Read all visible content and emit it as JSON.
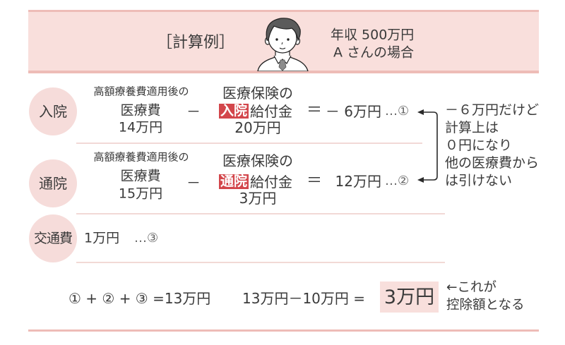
{
  "header": {
    "title": "［計算例］",
    "avatar_icon": "man-avatar-icon",
    "person_line1": "年収 500万円",
    "person_line2": "A さんの場合"
  },
  "rows": [
    {
      "label": "入院",
      "cost_caption": "高額療養費適用後の",
      "cost_name": "医療費",
      "cost_amount": "14万円",
      "operator": "－",
      "benefit_line1": "医療保険の",
      "benefit_badge": "入院",
      "benefit_line2": "給付金",
      "benefit_amount": "20万円",
      "equals": "＝",
      "result": "－ 6万円",
      "ref": "…①"
    },
    {
      "label": "通院",
      "cost_caption": "高額療養費適用後の",
      "cost_name": "医療費",
      "cost_amount": "15万円",
      "operator": "－",
      "benefit_line1": "医療保険の",
      "benefit_badge": "通院",
      "benefit_line2": "給付金",
      "benefit_amount": "3万円",
      "equals": "＝",
      "result": "12万円",
      "ref": "…②"
    }
  ],
  "transport": {
    "label": "交通費",
    "amount": "1万円",
    "ref": "…③"
  },
  "note": {
    "arrow_icon": "bracket-arrow-icon",
    "lines": [
      "－６万円だけど",
      "計算上は",
      "０円になり",
      "他の医療費から",
      "は引けない"
    ]
  },
  "summary": {
    "sum_formula": "① + ② + ③ =13万円",
    "deduction_formula": "13万円－10万円 =",
    "result": "3万円",
    "result_note_line1": "←これが",
    "result_note_line2": "控除額となる"
  },
  "colors": {
    "header-bg": "#f9dfdc",
    "header-border": "#eebcb7",
    "circle-bg": "#f6dcda",
    "badge-bg": "#d3464b",
    "divider": "#f2d9d6",
    "text": "#3a3a3a",
    "result-box-bg": "#f8dfdc"
  }
}
